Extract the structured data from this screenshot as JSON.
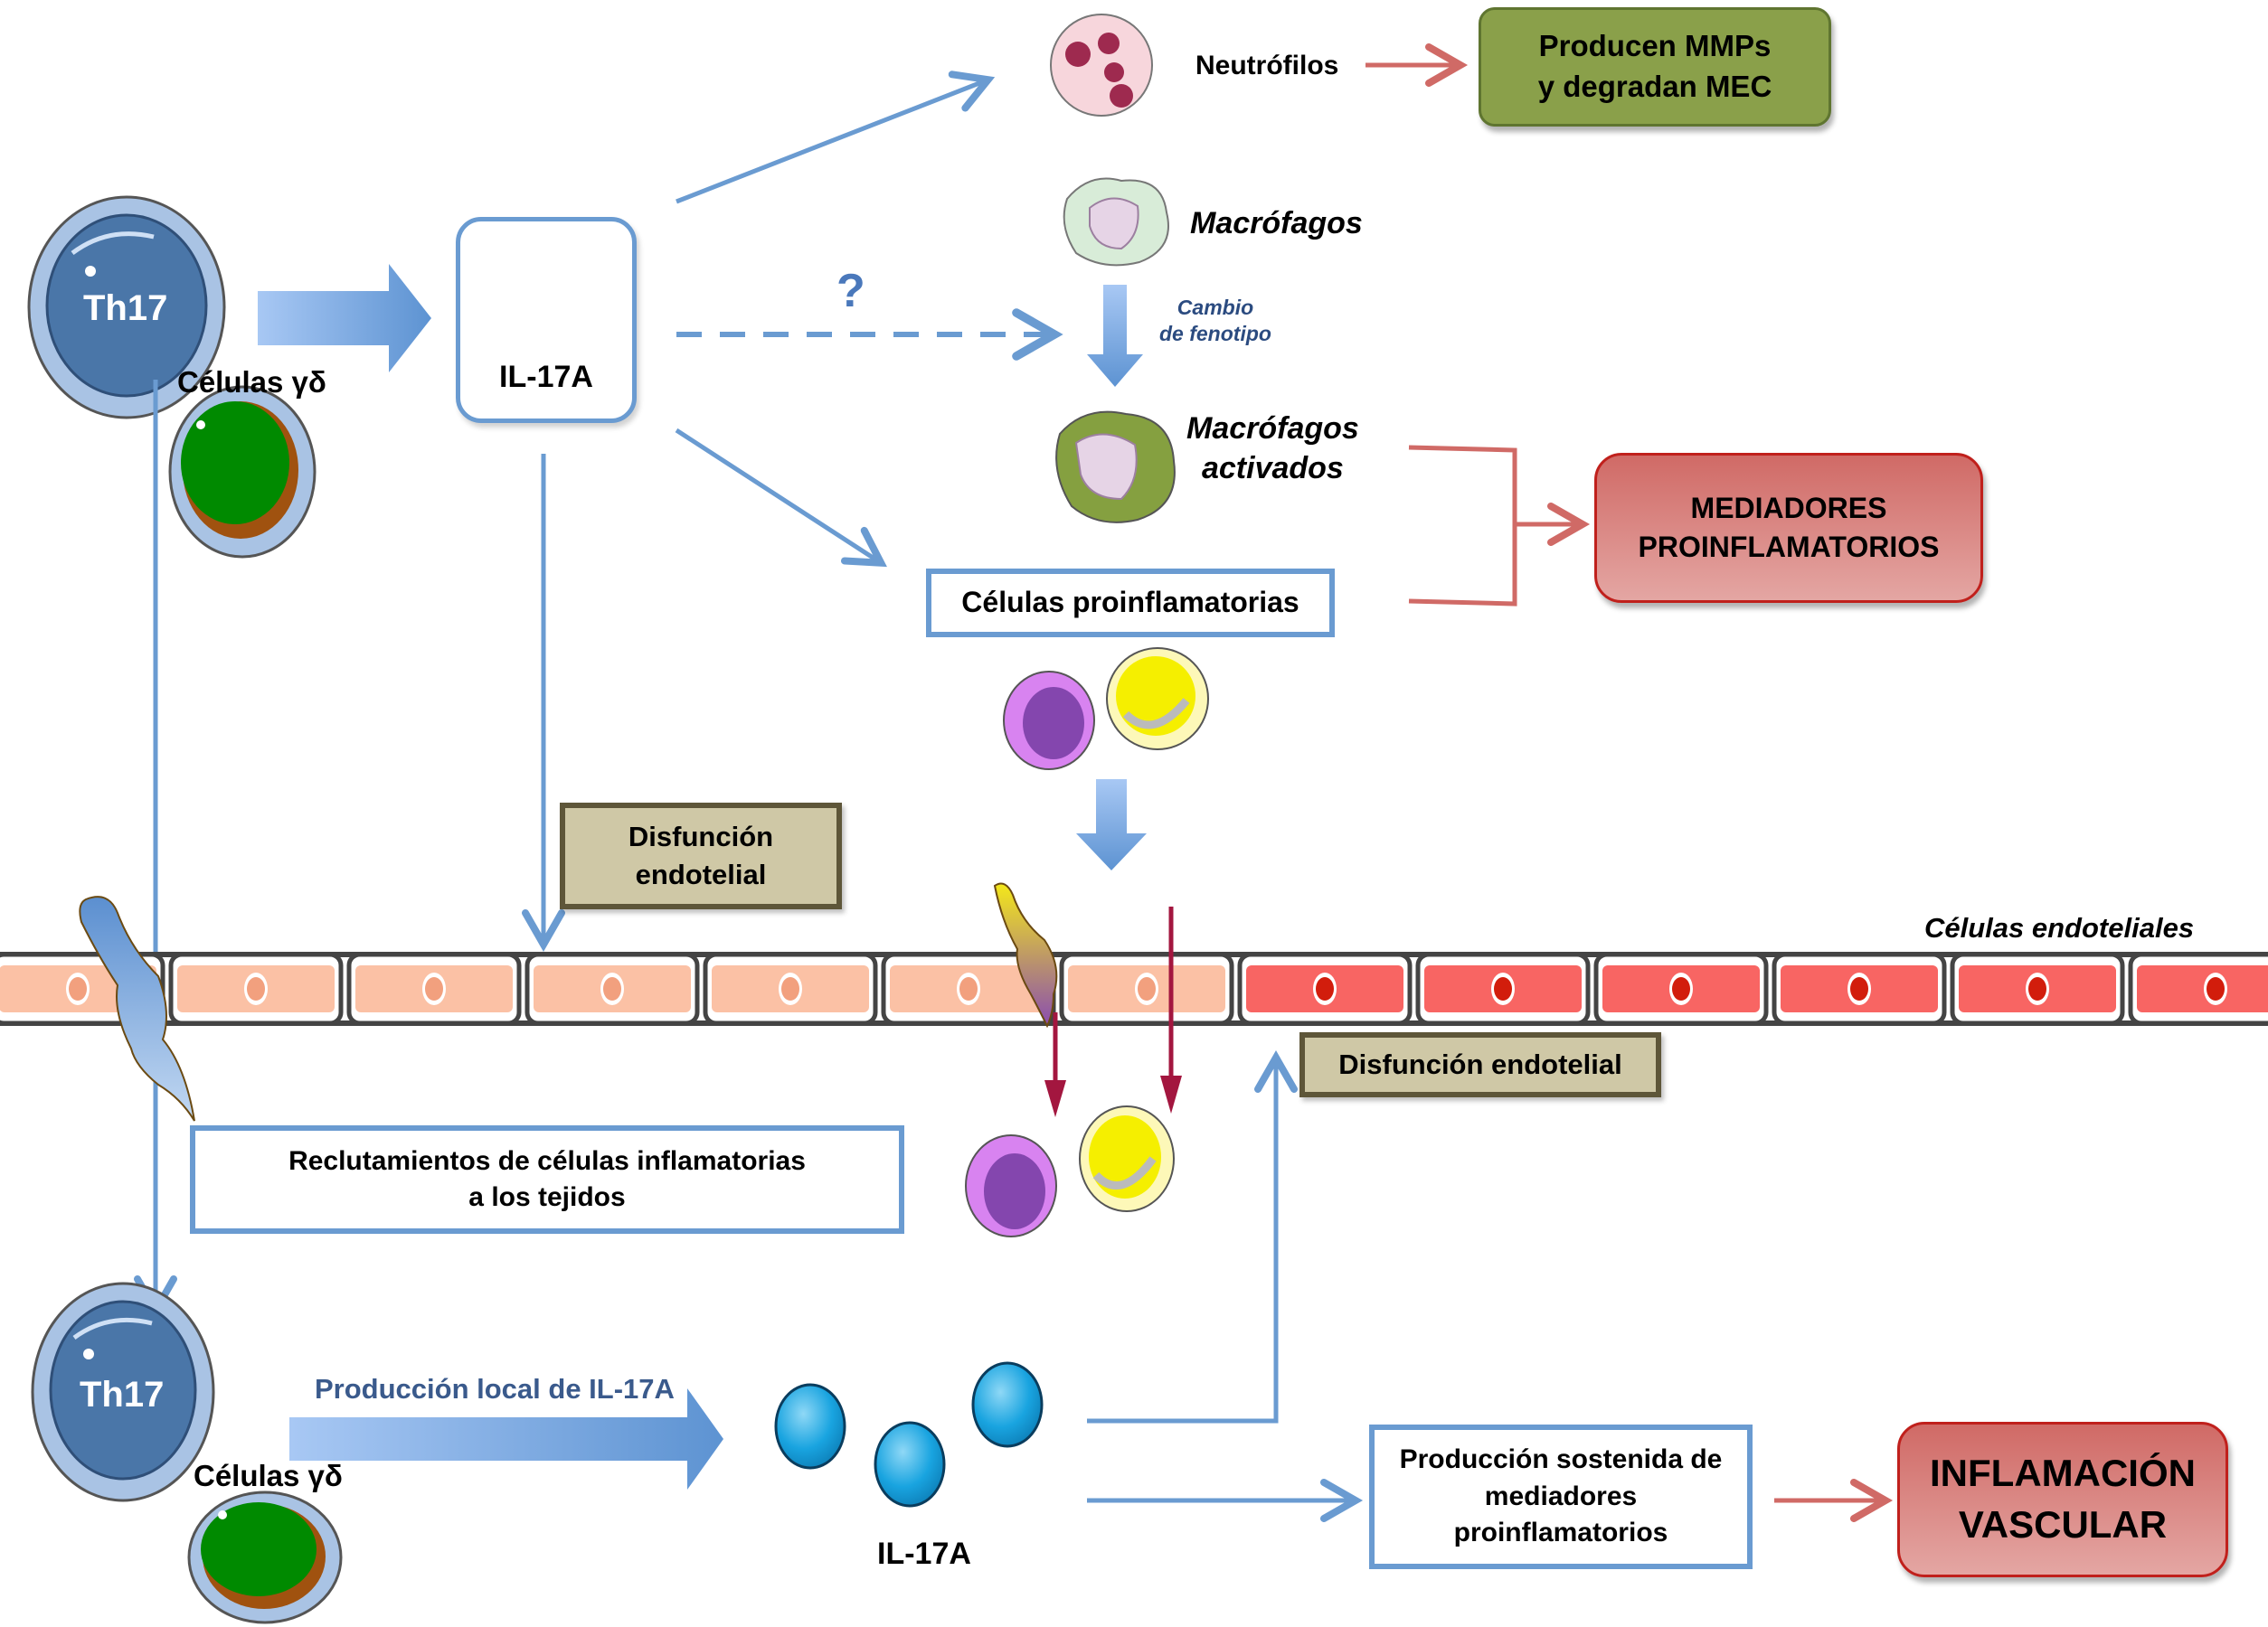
{
  "title": "IL-17A en la inflamación vascular",
  "colors": {
    "arrow_blue": "#6a9bd1",
    "arrow_red": "#d06a66",
    "arrow_crimson": "#a3163f",
    "green_box": "#8aa04a",
    "red_box": "#d06a66",
    "tan_box": "#cfc8a6",
    "endothelial_normal": "#fbc1a5",
    "endothelial_dysfunctional": "#f86563",
    "label_dark_blue": "#3a5a8c"
  },
  "top": {
    "th17_label": "Th17",
    "gd_label": "Células γδ",
    "il17a_label": "IL-17A",
    "question_mark": "?",
    "neutrophils_label": "Neutrófilos",
    "mmp_box_line1": "Producen MMPs",
    "mmp_box_line2": "y degradan MEC",
    "macrophages_label": "Macrófagos",
    "phenotype_line1": "Cambio",
    "phenotype_line2": "de fenotipo",
    "activated_macrophages_line1": "Macrófagos",
    "activated_macrophages_line2": "activados",
    "mediators_box_line1": "MEDIADORES",
    "mediators_box_line2": "PROINFLAMATORIOS",
    "proinflammatory_cells_label": "Células proinflamatorias"
  },
  "middle": {
    "endothelial_dysfunction_1_line1": "Disfunción",
    "endothelial_dysfunction_1_line2": "endotelial",
    "endothelial_cells_label": "Células endoteliales",
    "endothelial_dysfunction_2": "Disfunción endotelial",
    "recruitment_line1": "Reclutamientos de células inflamatorias",
    "recruitment_line2": "a los tejidos",
    "endothelial_cells": {
      "normal_count": 7,
      "dysfunctional_count": 6
    }
  },
  "bottom": {
    "th17_label": "Th17",
    "gd_label": "Células γδ",
    "local_production_label": "Producción local de IL-17A",
    "il17a_label": "IL-17A",
    "sustained_line1": "Producción sostenida de",
    "sustained_line2": "mediadores",
    "sustained_line3": "proinflamatorios",
    "vascular_line1": "INFLAMACIÓN",
    "vascular_line2": "VASCULAR"
  }
}
